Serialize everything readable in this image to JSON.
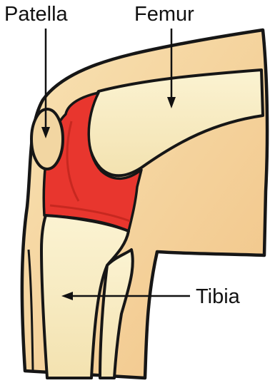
{
  "labels": {
    "patella": "Patella",
    "femur": "Femur",
    "tibia": "Tibia"
  },
  "colors": {
    "skin": "#f6d9a4",
    "bone": "#f8edc4",
    "cartilage": "#e8362e",
    "outline": "#161616"
  }
}
